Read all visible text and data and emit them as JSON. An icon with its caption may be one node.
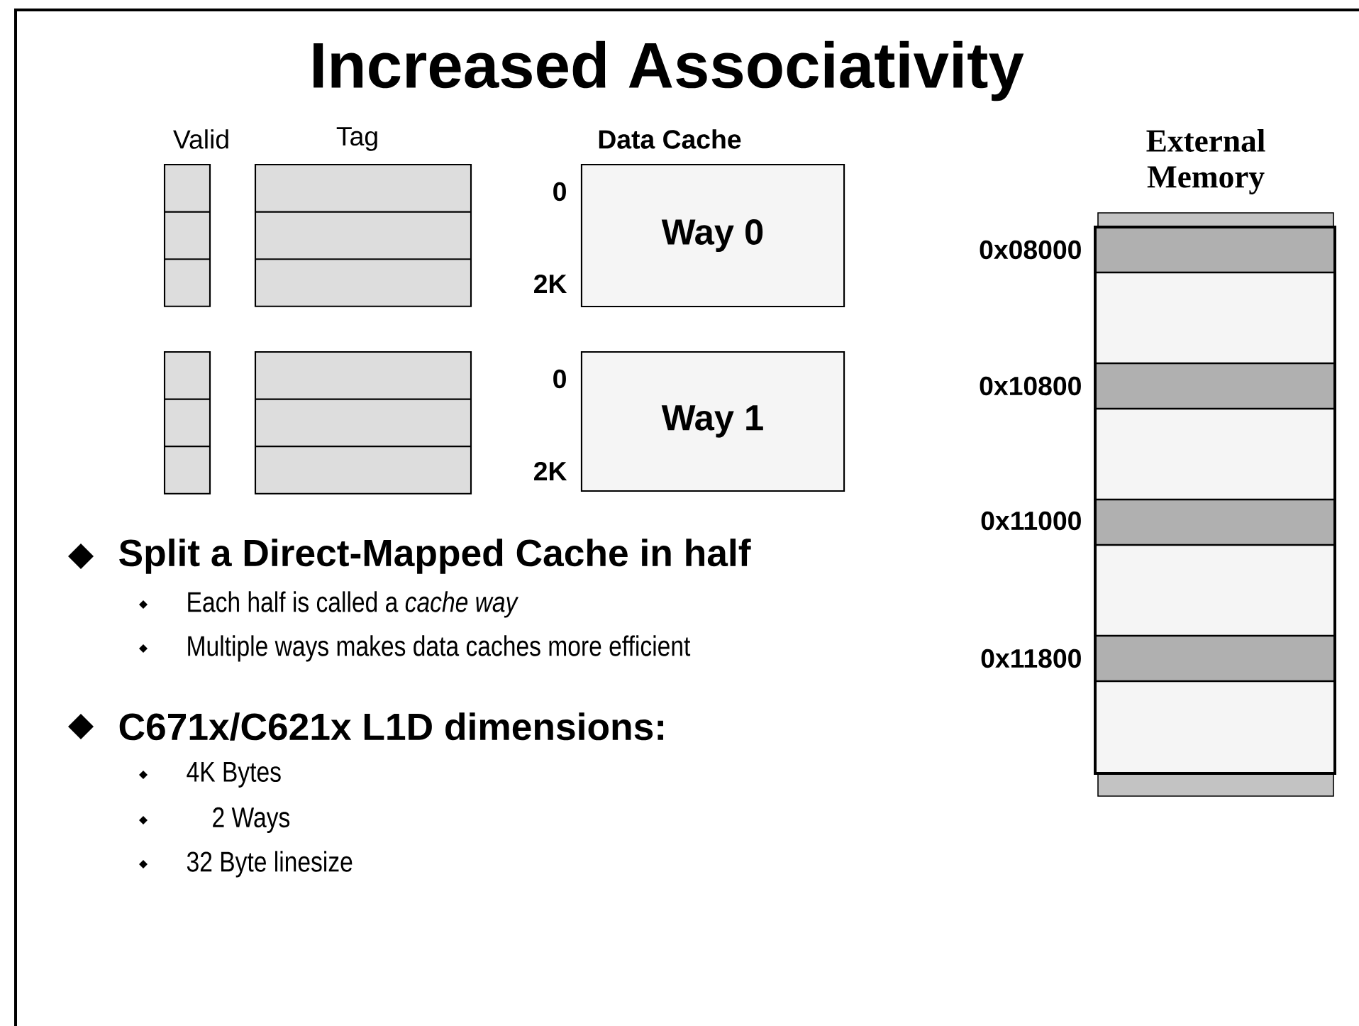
{
  "diagram": {
    "title": "Increased Associativity",
    "nodes": [
      {
        "text": [
          "Way 0"
        ]
      },
      {
        "text": [
          "Way 1"
        ]
      }
    ],
    "labels": [
      "Valid",
      "Tag",
      "Data Cache",
      "External Memory",
      "0",
      "2K",
      "0x08000",
      "0",
      "2K",
      "0x10800",
      "0x11000",
      "Split a Direct-Mapped Cache in half",
      "Each half is called a *cache way*",
      "Multiple ways makes data caches more efficient",
      "0x11800",
      "C671x/C621x L1D dimensions:",
      "4K Bytes",
      "2 Ways",
      "32 Byte linesize"
    ]
  }
}
